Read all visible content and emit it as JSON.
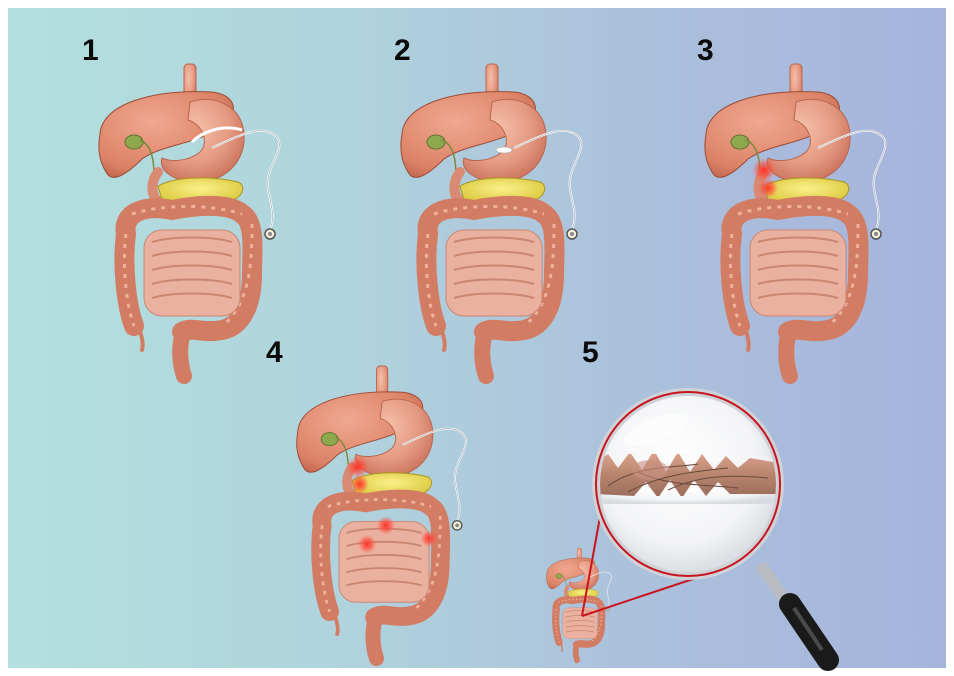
{
  "steps": [
    {
      "number": "1"
    },
    {
      "number": "2"
    },
    {
      "number": "3"
    },
    {
      "number": "4"
    },
    {
      "number": "5"
    }
  ],
  "colors": {
    "background_left": "#b3e0de",
    "background_right": "#a6b4dc",
    "organ": "#e59a82",
    "organ_dark": "#c9705a",
    "pancreas": "#e8d94a",
    "gallbladder": "#8fa84e",
    "inflammation": "#e02020",
    "magnifier_ring": "#c8141e"
  },
  "icons": [
    "digestive-system-illustration",
    "magnifying-glass-icon",
    "capsule-probe-icon"
  ]
}
